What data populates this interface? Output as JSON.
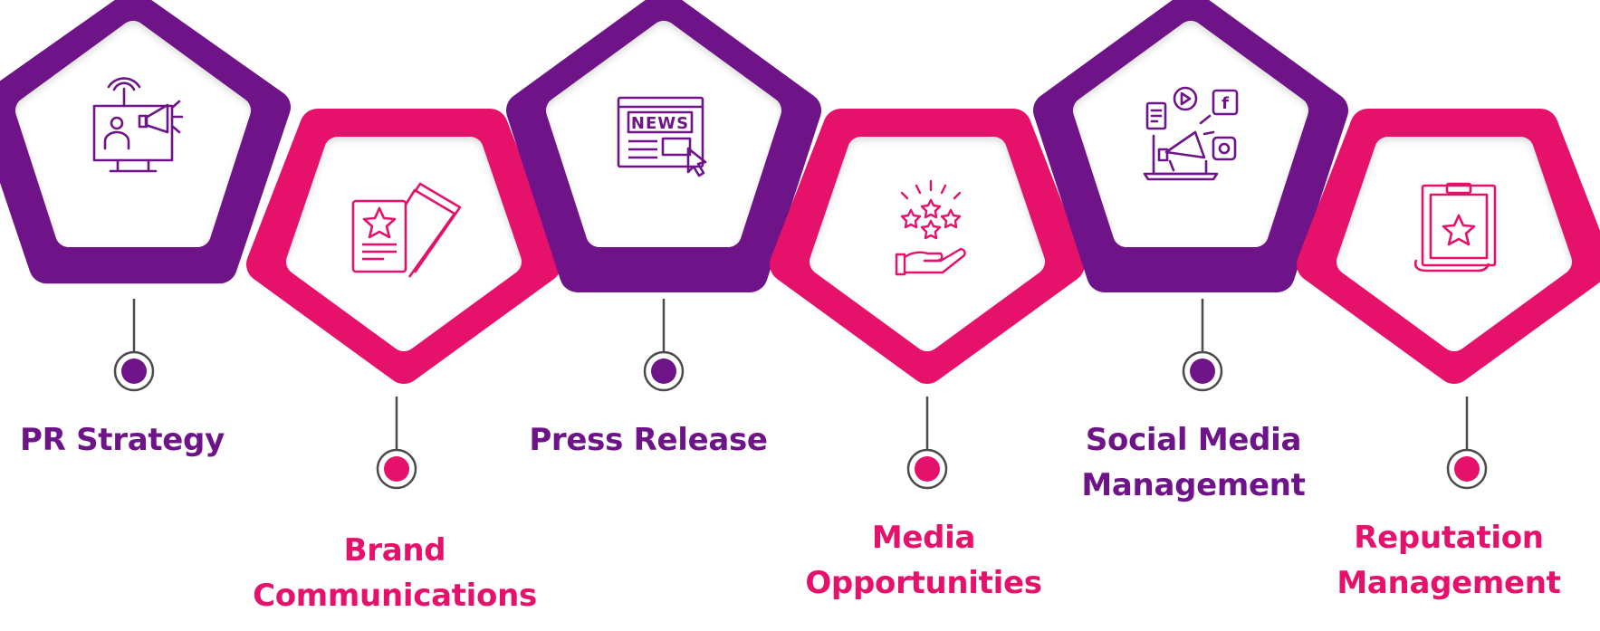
{
  "colors": {
    "purple": "#6e1488",
    "pink": "#e5116b",
    "connector": "#4b4b4b"
  },
  "steps": [
    {
      "lines": [
        "PR Strategy"
      ],
      "color": "purple",
      "icon": "online-presentation-megaphone-icon"
    },
    {
      "lines": [
        "Brand",
        "Communications"
      ],
      "color": "pink",
      "icon": "brand-cards-star-icon"
    },
    {
      "lines": [
        "Press Release"
      ],
      "color": "purple",
      "icon": "news-webpage-cursor-icon"
    },
    {
      "lines": [
        "Media",
        "Opportunities"
      ],
      "color": "pink",
      "icon": "hand-stars-icon"
    },
    {
      "lines": [
        "Social Media",
        "Management"
      ],
      "color": "purple",
      "icon": "laptop-megaphone-social-icon"
    },
    {
      "lines": [
        "Reputation",
        "Management"
      ],
      "color": "pink",
      "icon": "clipboard-star-icon"
    }
  ]
}
